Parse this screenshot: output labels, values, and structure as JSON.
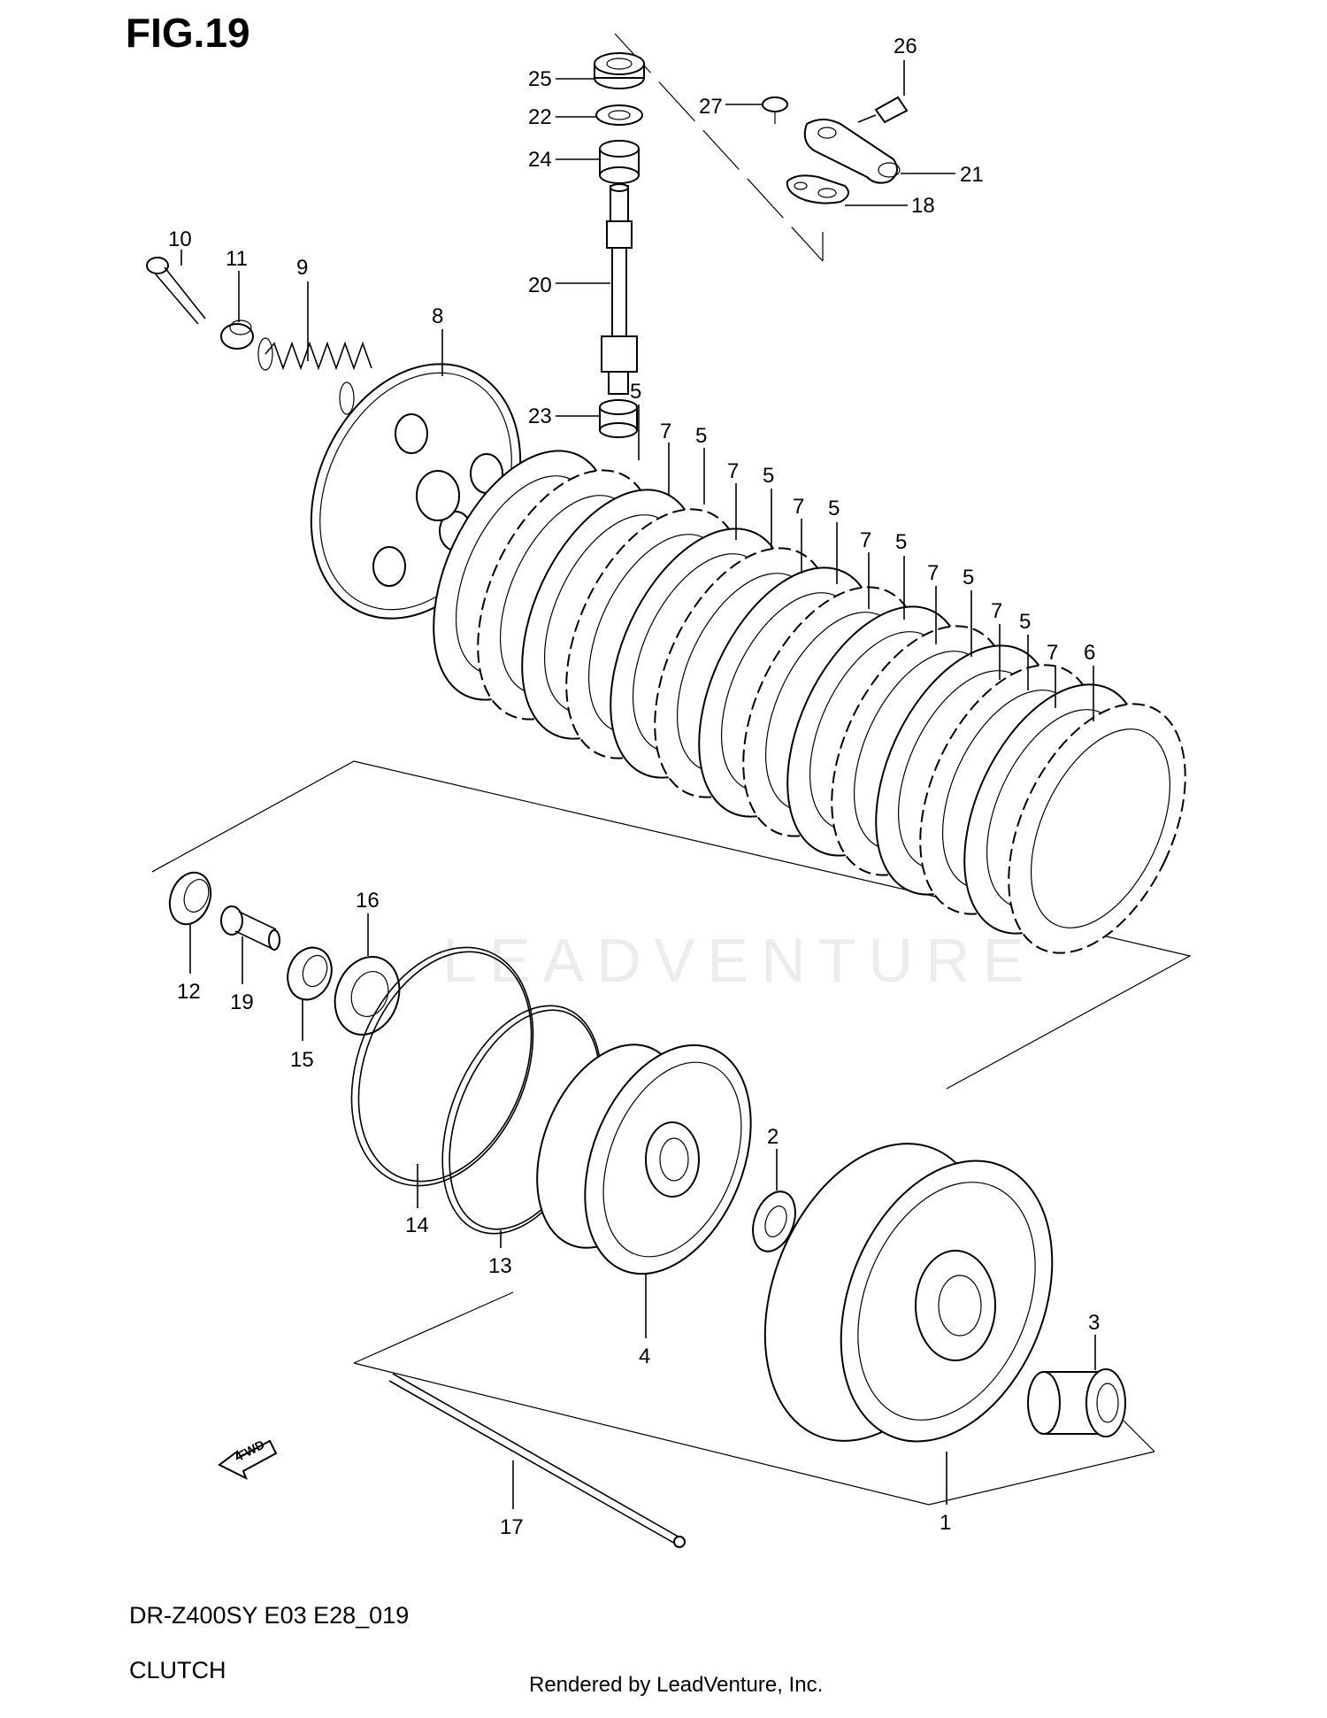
{
  "header": {
    "title": "FIG.19"
  },
  "footer": {
    "model_code": "DR-Z400SY E03 E28_019",
    "section_name": "CLUTCH",
    "credit": "Rendered by LeadVenture, Inc."
  },
  "watermark": {
    "text": "LEADVENTURE"
  },
  "fwd_arrow": {
    "label": "FWD"
  },
  "callouts": [
    {
      "id": "1",
      "label": "1"
    },
    {
      "id": "2",
      "label": "2"
    },
    {
      "id": "3",
      "label": "3"
    },
    {
      "id": "4",
      "label": "4"
    },
    {
      "id": "5",
      "label": "5"
    },
    {
      "id": "6",
      "label": "6"
    },
    {
      "id": "7",
      "label": "7"
    },
    {
      "id": "8",
      "label": "8"
    },
    {
      "id": "9",
      "label": "9"
    },
    {
      "id": "10",
      "label": "10"
    },
    {
      "id": "11",
      "label": "11"
    },
    {
      "id": "12",
      "label": "12"
    },
    {
      "id": "13",
      "label": "13"
    },
    {
      "id": "14",
      "label": "14"
    },
    {
      "id": "15",
      "label": "15"
    },
    {
      "id": "16",
      "label": "16"
    },
    {
      "id": "17",
      "label": "17"
    },
    {
      "id": "18",
      "label": "18"
    },
    {
      "id": "19",
      "label": "19"
    },
    {
      "id": "20",
      "label": "20"
    },
    {
      "id": "21",
      "label": "21"
    },
    {
      "id": "22",
      "label": "22"
    },
    {
      "id": "23",
      "label": "23"
    },
    {
      "id": "24",
      "label": "24"
    },
    {
      "id": "25",
      "label": "25"
    },
    {
      "id": "26",
      "label": "26"
    },
    {
      "id": "27",
      "label": "27"
    }
  ],
  "colors": {
    "line": "#000000",
    "background": "#ffffff",
    "watermark": "#ececec"
  }
}
